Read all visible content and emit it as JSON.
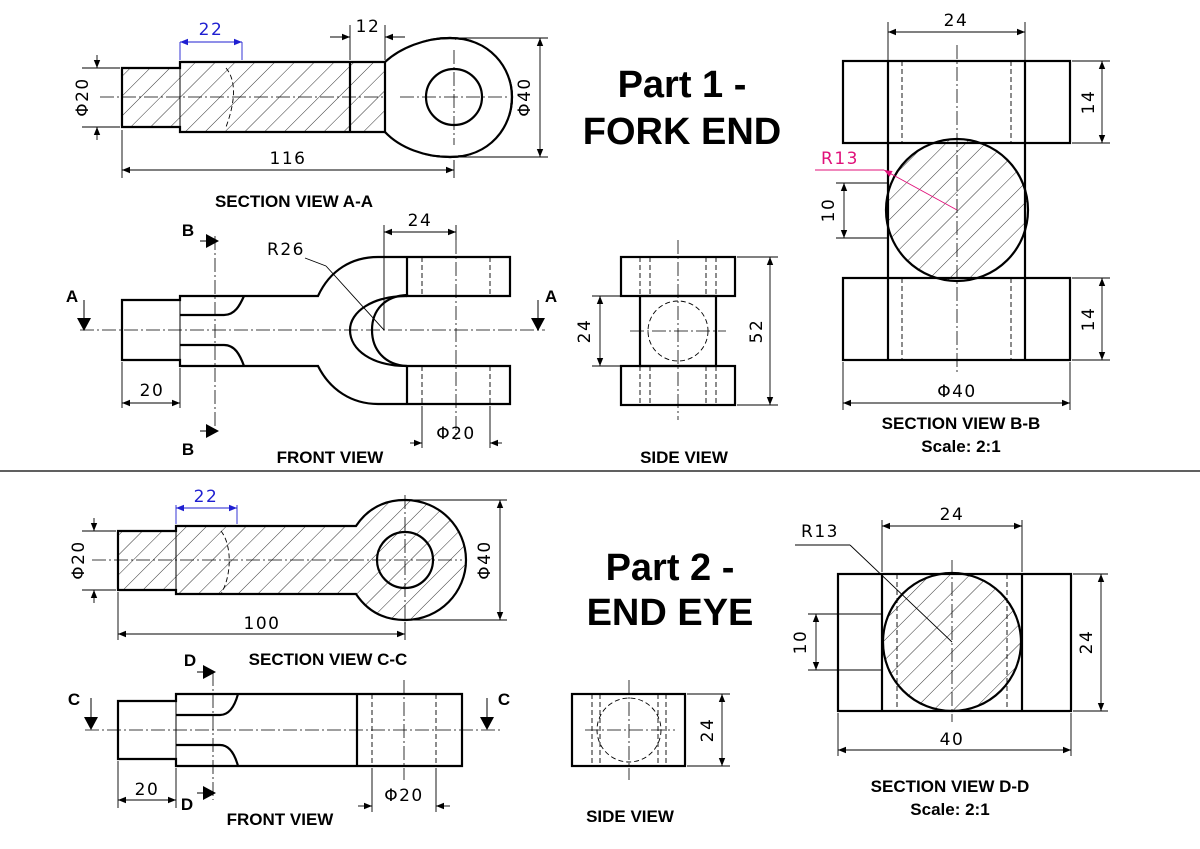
{
  "part1": {
    "title_line1": "Part 1 -",
    "title_line2": "FORK END",
    "section_aa": {
      "label": "SECTION VIEW A-A",
      "dim_22": "22",
      "dim_12": "12",
      "dim_phi20": "Φ20",
      "dim_phi40": "Φ40",
      "dim_116": "116"
    },
    "front_view": {
      "label": "FRONT VIEW",
      "dim_24": "24",
      "dim_r26": "R26",
      "dim_20": "20",
      "dim_phi20": "Φ20",
      "marker_a": "A",
      "marker_b": "B"
    },
    "side_view": {
      "label": "SIDE VIEW",
      "dim_24": "24",
      "dim_52": "52"
    },
    "section_bb": {
      "label": "SECTION VIEW B-B",
      "scale": "Scale:  2:1",
      "dim_24": "24",
      "dim_14_top": "14",
      "dim_14_bottom": "14",
      "dim_r13": "R13",
      "dim_10": "10",
      "dim_phi40": "Φ40"
    }
  },
  "part2": {
    "title_line1": "Part 2 -",
    "title_line2": "END EYE",
    "section_cc": {
      "label": "SECTION VIEW C-C",
      "dim_22": "22",
      "dim_phi20": "Φ20",
      "dim_phi40": "Φ40",
      "dim_100": "100"
    },
    "front_view": {
      "label": "FRONT VIEW",
      "dim_20": "20",
      "dim_phi20": "Φ20",
      "marker_c": "C",
      "marker_d": "D"
    },
    "side_view": {
      "label": "SIDE VIEW",
      "dim_24": "24"
    },
    "section_dd": {
      "label": "SECTION VIEW D-D",
      "scale": "Scale:  2:1",
      "dim_24_top": "24",
      "dim_r13": "R13",
      "dim_10": "10",
      "dim_24_side": "24",
      "dim_40": "40"
    }
  },
  "colors": {
    "line": "#000000",
    "highlight_dim": "#1f1fd1",
    "radius_callout": "#e0117a"
  }
}
